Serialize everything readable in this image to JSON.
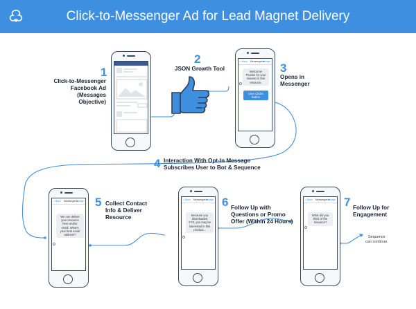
{
  "header": {
    "title": "Click-to-Messenger Ad for Lead Magnet Delivery"
  },
  "colors": {
    "header_bg": "#3f8fe0",
    "accent": "#3f8fe0",
    "phone_outline": "#34495e",
    "label_text": "#1a2433"
  },
  "icons": {
    "logo": "chatbot-logo-icon",
    "thumbs_up": "thumbs-up-icon"
  },
  "steps": [
    {
      "number": "1",
      "lines": [
        "Click-to-Messenger",
        "Facebook Ad",
        "(Messages Objective)"
      ]
    },
    {
      "number": "2",
      "lines": [
        "JSON Growth Tool"
      ]
    },
    {
      "number": "3",
      "lines": [
        "Opens in",
        "Messenger"
      ]
    },
    {
      "number": "4",
      "lines": [
        "Interaction With Opt-In Message",
        "Subscribes User to Bot & Sequence"
      ]
    },
    {
      "number": "5",
      "lines": [
        "Collect Contact",
        "Info & Deliver",
        "Resource"
      ]
    },
    {
      "number": "6",
      "lines": [
        "Follow Up with",
        "Questions or Promo",
        "Offer (Within 24 Hours)"
      ]
    },
    {
      "number": "7",
      "lines": [
        "Follow Up for",
        "Engagement"
      ]
    }
  ],
  "phones": {
    "msg_bar": {
      "back": "< Back",
      "name": "Messenger ▾",
      "manage": "Manage"
    },
    "phone3": {
      "bubble": [
        "Welcome!",
        "Thanks for your",
        "interest in this",
        "resource."
      ],
      "button": [
        "User Clicks",
        "Button"
      ]
    },
    "phone5": {
      "bubble": [
        "We can deliver",
        "your resource",
        "here and/or",
        "email. What's",
        "your best email",
        "address?"
      ]
    },
    "phone6": {
      "bubble": [
        "Because you",
        "downloaded",
        "XYZ, you may be",
        "interested in this",
        "product..."
      ]
    },
    "phone7": {
      "bubble": [
        "What did you",
        "think of the",
        "resource?"
      ]
    }
  },
  "sequence_note": [
    "Sequence",
    "can continue."
  ]
}
